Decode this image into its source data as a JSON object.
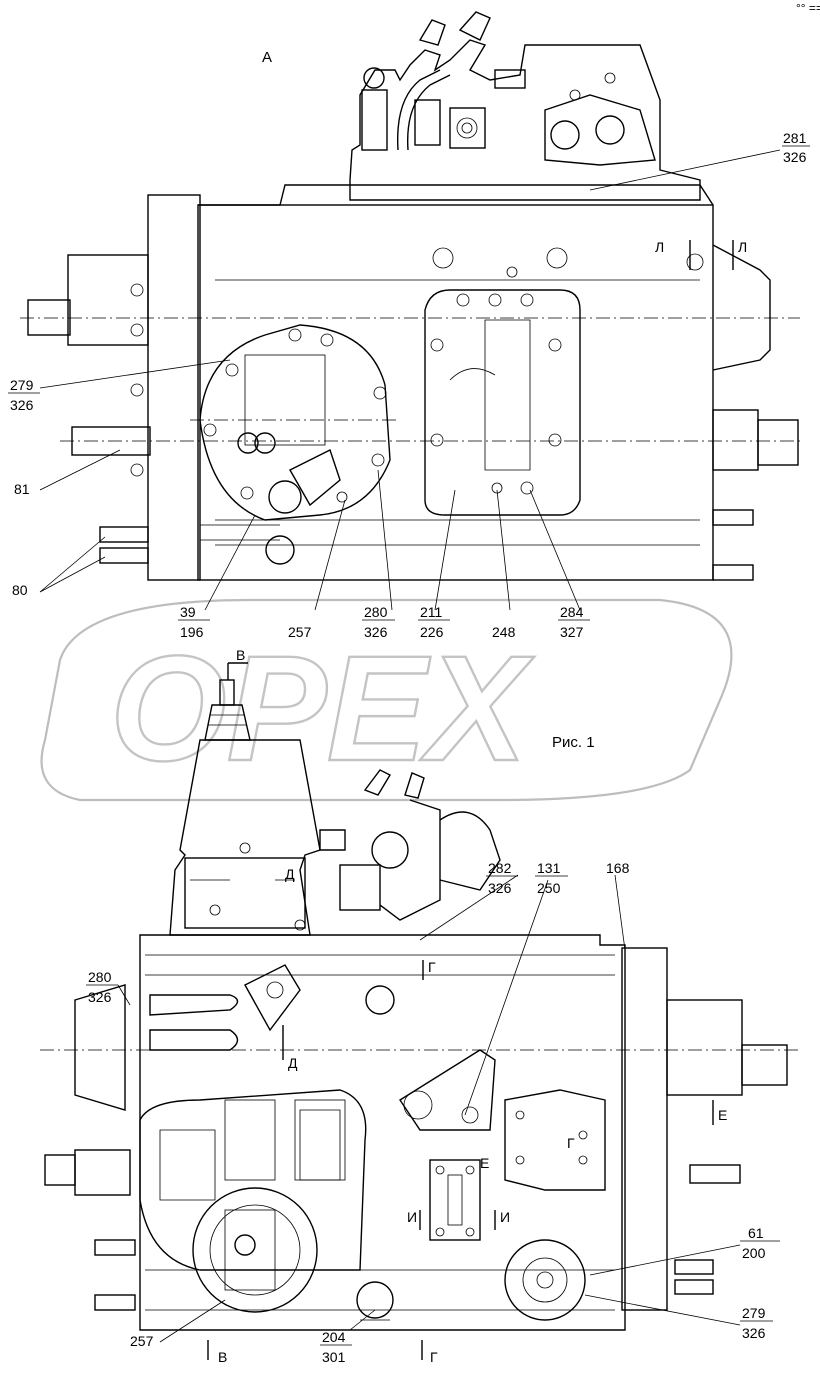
{
  "watermark": "OPEX",
  "view_a_label": "А",
  "figure_caption": "Рис. 1",
  "corner_mark": "°° ===",
  "section_marks": {
    "v_top": "В",
    "v_bottom": "В",
    "g_upper": "Г",
    "g_bottom": "Г",
    "g_right": "Г",
    "d_upper": "Д",
    "d_lower": "Д",
    "e_right": "Е",
    "e_mid": "Е",
    "i_left": "И",
    "i_right": "И",
    "l_left": "Л",
    "l_right": "Л"
  },
  "callouts_top": [
    {
      "id": "c281",
      "top": "281",
      "bottom": "326"
    },
    {
      "id": "c279",
      "top": "279",
      "bottom": "326"
    },
    {
      "id": "c81",
      "top": "81",
      "bottom": ""
    },
    {
      "id": "c80",
      "top": "80",
      "bottom": ""
    },
    {
      "id": "c39",
      "top": "39",
      "bottom": "196"
    },
    {
      "id": "c257a",
      "top": "257",
      "bottom": ""
    },
    {
      "id": "c280a",
      "top": "280",
      "bottom": "326"
    },
    {
      "id": "c211",
      "top": "211",
      "bottom": "226"
    },
    {
      "id": "c248",
      "top": "248",
      "bottom": ""
    },
    {
      "id": "c284",
      "top": "284",
      "bottom": "327"
    }
  ],
  "callouts_bottom": [
    {
      "id": "c282",
      "top": "282",
      "bottom": "326"
    },
    {
      "id": "c131",
      "top": "131",
      "bottom": "250"
    },
    {
      "id": "c168",
      "top": "168",
      "bottom": ""
    },
    {
      "id": "c280b",
      "top": "280",
      "bottom": "326"
    },
    {
      "id": "c61",
      "top": "61",
      "bottom": "200"
    },
    {
      "id": "c279b",
      "top": "279",
      "bottom": "326"
    },
    {
      "id": "c257b",
      "top": "257",
      "bottom": ""
    },
    {
      "id": "c204",
      "top": "204",
      "bottom": "301"
    }
  ]
}
